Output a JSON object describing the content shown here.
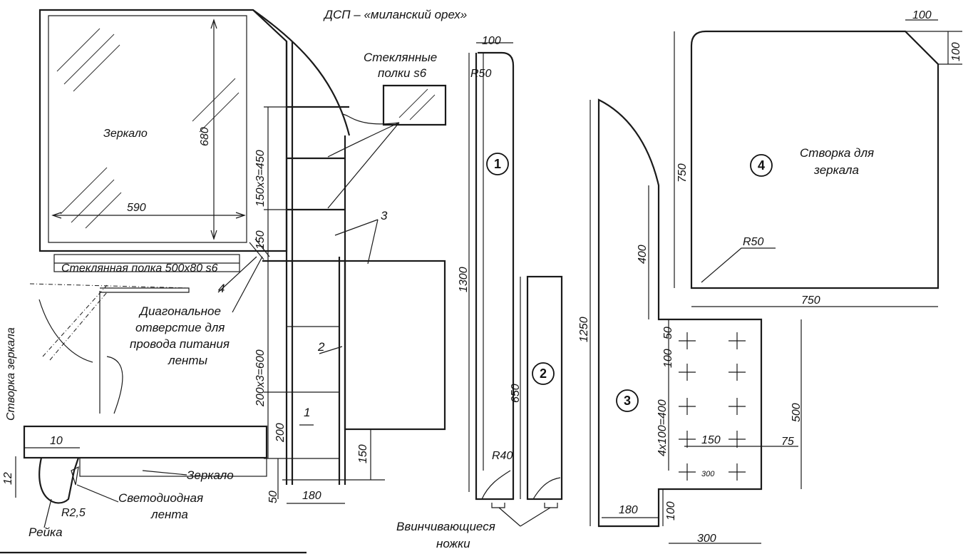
{
  "title": "ДСП – «миланский орех»",
  "labels": {
    "mirror": "Зеркало",
    "glass_shelves": [
      "Стеклянные",
      "полки s6"
    ],
    "glass_shelf": "Стеклянная полка 500x80 s6",
    "diagonal_hole": [
      "Диагональное",
      "отверстие для",
      "провода питания",
      "ленты"
    ],
    "mirror_door_vertical": "Створка зеркала",
    "mirror_small": "Зеркало",
    "led_strip": [
      "Светодиодная",
      "лента"
    ],
    "rail": "Рейка",
    "screw_feet": [
      "Ввинчивающиеся",
      "ножки"
    ],
    "mirror_door": [
      "Створка для",
      "зеркала"
    ]
  },
  "dimensions": {
    "d680": "680",
    "d590": "590",
    "d150x3": "150x3=450",
    "d150a": "150",
    "d200x3": "200x3=600",
    "d200": "200",
    "d150b": "150",
    "d50a": "50",
    "d180a": "180",
    "d100a": "100",
    "r50a": "R50",
    "d1300": "1300",
    "d650": "650",
    "r40": "R40",
    "d1250": "1250",
    "d400": "400",
    "d180b": "180",
    "d100b": "100",
    "d300": "300",
    "d500": "500",
    "d4x100": "4x100=400",
    "d50b": "50",
    "d100c": "100",
    "d150c": "150",
    "d75": "75",
    "d300s": "300",
    "d750h": "750",
    "d750w": "750",
    "r50b": "R50",
    "d100d": "100",
    "d100e": "100",
    "d10": "10",
    "d12": "12",
    "r25": "R2,5"
  },
  "part_numbers": {
    "p1": "1",
    "p2": "2",
    "p3": "3",
    "p4": "4",
    "c1": "1",
    "c2": "2",
    "c3": "3",
    "c4": "4"
  }
}
